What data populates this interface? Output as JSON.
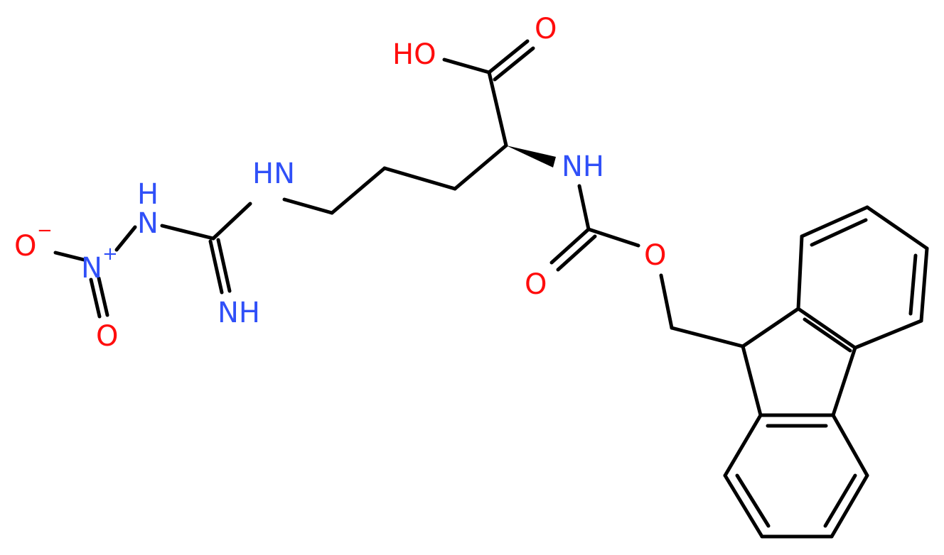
{
  "atoms": {
    "oh": "HO",
    "o_carbonyl_acid": "O",
    "nh_alpha": "NH",
    "nh_delta": "HN",
    "h_guan": "H",
    "n_guan": "N",
    "imine": "NH",
    "o_minus": "O",
    "minus_sign": "−",
    "n_nitro": "N",
    "plus_sign": "+",
    "o_nitro": "O",
    "o_carbamate_dbl": "O",
    "o_carbamate_ester": "O"
  },
  "colors": {
    "bond": "#000000",
    "nitrogen": "#3050F8",
    "oxygen": "#FF0D0D"
  }
}
